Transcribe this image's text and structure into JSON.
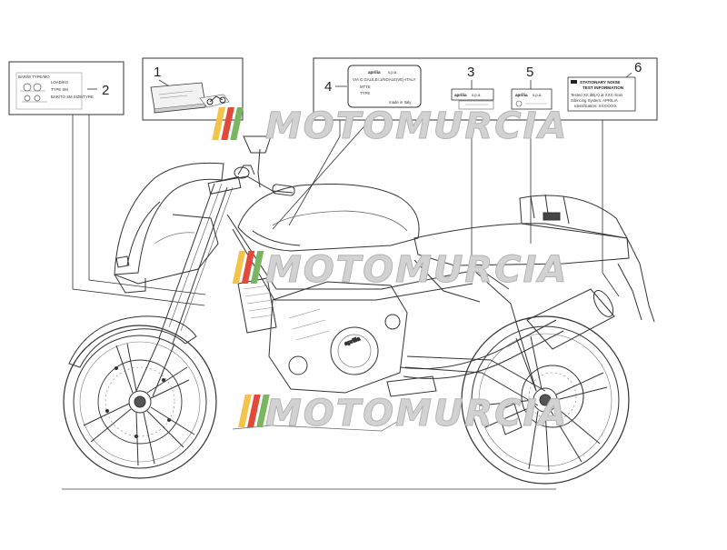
{
  "callouts": [
    "1",
    "2",
    "3",
    "4",
    "5",
    "6"
  ],
  "decal_brand": {
    "logo": "aprilia",
    "suffix": "s.p.a."
  },
  "plate_4": {
    "logo": "aprilia",
    "suffix": "s.p.a.",
    "address": "VIA G.GALILEI,1/NOALE(VE)-ITALY",
    "model_label": "MTTE",
    "type_label": "TYPE",
    "footer": "made in Italy"
  },
  "label_6": {
    "title": "STATIONARY NOISE",
    "subtitle": "TEST INFORMATION",
    "line1": "Tested XX dB(A) at XXX r/min",
    "line2": "Silencing System: APRILIA",
    "line3": "Identification: XXXXXXX"
  },
  "sticker_2_lines": [
    "BAR/W TYPE/MO",
    "LOAD/KG",
    "TYPE SM",
    "BAR/TO SM SIZE/TYRE"
  ],
  "engine_logo": "aprilia",
  "watermark": "MOTOMURCIA",
  "watermark_colors": [
    "#f3c34c",
    "#e14a3a",
    "#79b65f"
  ],
  "line_color": "#333333"
}
